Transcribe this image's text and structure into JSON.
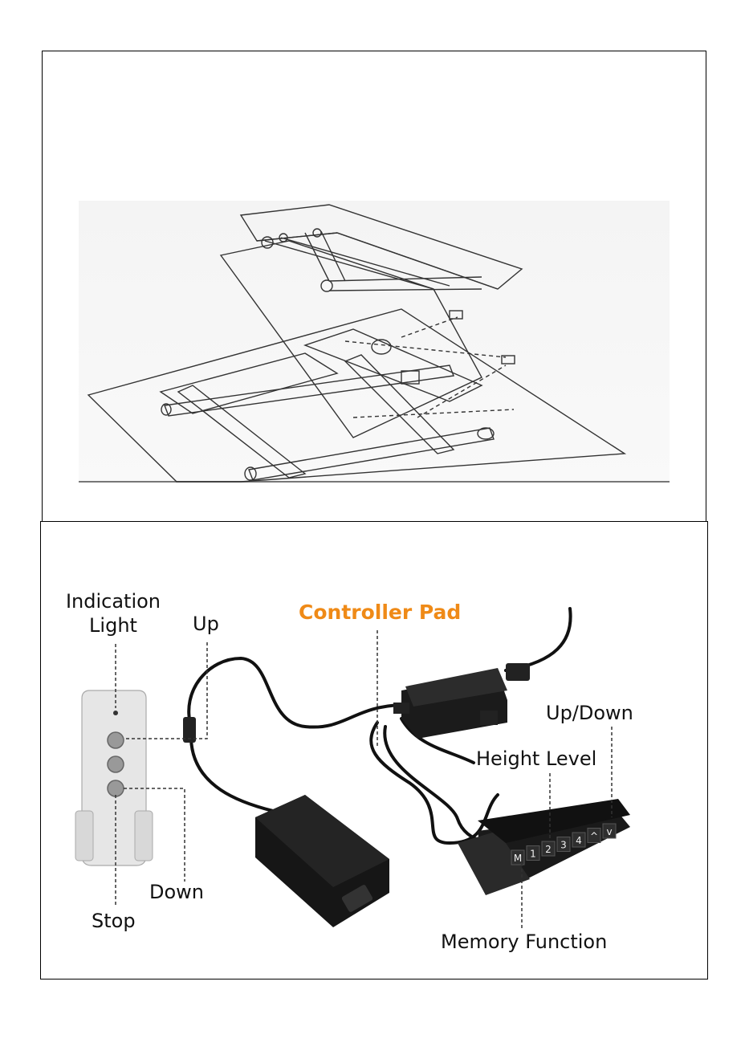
{
  "labels": {
    "indication_light": "Indication\nLight",
    "up": "Up",
    "controller_pad": "Controller Pad",
    "up_down": "Up/Down",
    "height_level": "Height Level",
    "down": "Down",
    "stop": "Stop",
    "memory_function": "Memory Function"
  },
  "keypad_keys": [
    "M",
    "1",
    "2",
    "3",
    "4",
    "^",
    "v"
  ],
  "colors": {
    "accent": "#ef8a17",
    "line": "#000000",
    "remote_body": "#e4e4e4",
    "cable": "#111111"
  },
  "icons": {
    "assembly_drawing": "desk-frame-assembly-drawing",
    "remote": "hand-remote-icon",
    "controller_box": "controller-box-icon",
    "power_adapter": "power-adapter-icon",
    "keypad": "keypad-icon"
  }
}
